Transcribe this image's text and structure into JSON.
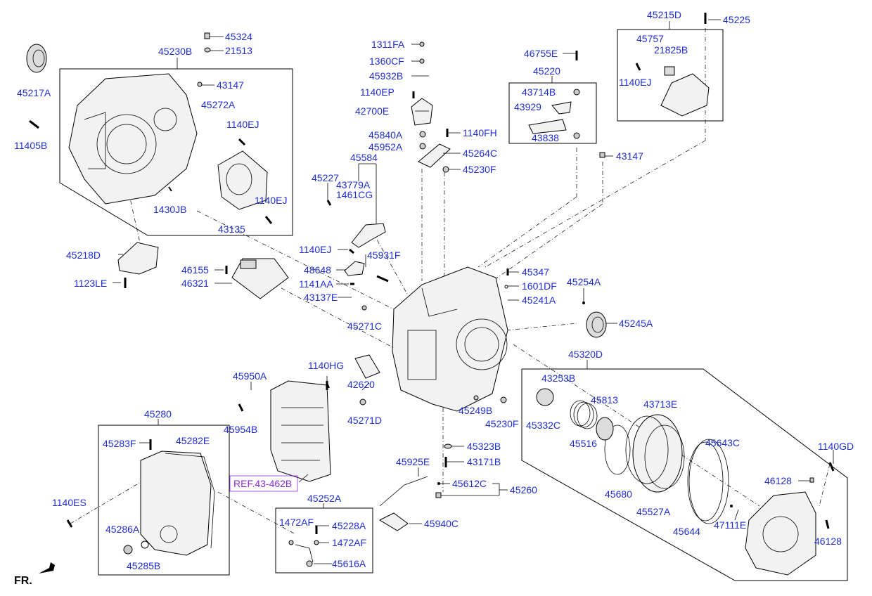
{
  "labels": {
    "l45324": "45324",
    "l21513": "21513",
    "l45230B": "45230B",
    "l45217A": "45217A",
    "l43147a": "43147",
    "l45272A": "45272A",
    "l1140EJa": "1140EJ",
    "l11405B": "11405B",
    "l1430JB": "1430JB",
    "l43135": "43135",
    "l1140EJb": "1140EJ",
    "l45218D": "45218D",
    "l1123LE": "1123LE",
    "l46155": "46155",
    "l46321": "46321",
    "l1311FA": "1311FA",
    "l1360CF": "1360CF",
    "l45932B": "45932B",
    "l1140EP": "1140EP",
    "l42700E": "42700E",
    "l45840A": "45840A",
    "l1140FH": "1140FH",
    "l45952A": "45952A",
    "l45264C": "45264C",
    "l45584": "45584",
    "l45230Fa": "45230F",
    "l45227": "45227",
    "l43779A": "43779A",
    "l1461CG": "1461CG",
    "l1140EJc": "1140EJ",
    "l45931F": "45931F",
    "l48648": "48648",
    "l1141AA": "1141AA",
    "l43137E": "43137E",
    "l45271Ca": "45271C",
    "l46755E": "46755E",
    "l45220": "45220",
    "l43714B": "43714B",
    "l43929": "43929",
    "l43838": "43838",
    "l43147b": "43147",
    "l45215D": "45215D",
    "l45225": "45225",
    "l45757": "45757",
    "l21825B": "21825B",
    "l1140EJd": "1140EJ",
    "l45347": "45347",
    "l1601DF": "1601DF",
    "l45254A": "45254A",
    "l45241A": "45241A",
    "l45245A": "45245A",
    "l45320D": "45320D",
    "l1140HG": "1140HG",
    "l42620": "42620",
    "l45950A": "45950A",
    "l45954B": "45954B",
    "l45271D": "45271D",
    "l45249B": "45249B",
    "l45230Fb": "45230F",
    "l43253B": "43253B",
    "l45332C": "45332C",
    "l45813": "45813",
    "l45516": "45516",
    "l43713E": "43713E",
    "l45680": "45680",
    "l45527A": "45527A",
    "l45643C": "45643C",
    "l45644": "45644",
    "l47111E": "47111E",
    "l1140GD": "1140GD",
    "l46128a": "46128",
    "l46128b": "46128",
    "l45280": "45280",
    "l45283F": "45283F",
    "l45282E": "45282E",
    "l1140ES": "1140ES",
    "l45286A": "45286A",
    "l45285B": "45285B",
    "lRef": "REF.43-462B",
    "l45252A": "45252A",
    "l1472AFa": "1472AF",
    "l45228A": "45228A",
    "l1472AFb": "1472AF",
    "l45616A": "45616A",
    "l45925E": "45925E",
    "l45323B": "45323B",
    "l43171B": "43171B",
    "l45612C": "45612C",
    "l45260": "45260",
    "l45940C": "45940C",
    "lFR": "FR."
  },
  "colors": {
    "label": "#1f2fd6",
    "ref": "#8a2be2",
    "line": "#000000"
  }
}
